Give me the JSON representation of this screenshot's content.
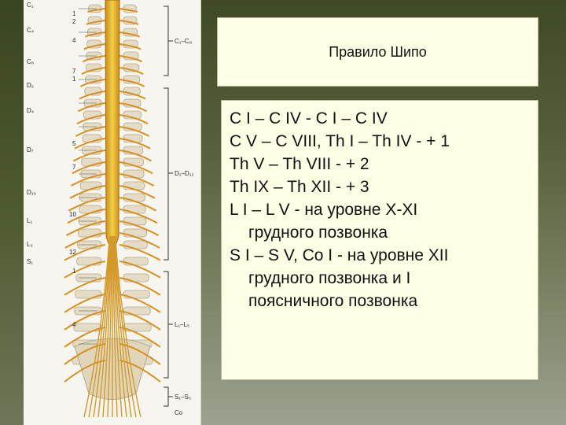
{
  "figure": {
    "left_labels": [
      "C₁",
      "1",
      "2",
      "C₄",
      "4",
      "C₈",
      "7",
      "1",
      "D₂",
      "D₄",
      "5",
      "D₇",
      "7",
      "D₁₀",
      "10",
      "L₁",
      "L₃",
      "12",
      "S₁",
      "1",
      "4"
    ],
    "right_labels": [
      "C₁–C₈",
      "D₁–D₁₂",
      "L₁–L₅",
      "S₁–S₅",
      "Co"
    ]
  },
  "title": "Правило Шипо",
  "rules": [
    {
      "line": "C I – C IV  - C I – C IV"
    },
    {
      "line": "C V – C VIII, Th I – Th IV - + 1"
    },
    {
      "line": "Th V – Th VIII - + 2"
    },
    {
      "line": "Th IX – Th XII - + 3"
    },
    {
      "line": "L I – L V  - на уровне X-XI",
      "cont": [
        "грудного позвонка"
      ]
    },
    {
      "line": "S I – S V, Co I - на уровне XII",
      "cont": [
        "грудного позвонка и I",
        "поясничного позвонка"
      ]
    }
  ]
}
